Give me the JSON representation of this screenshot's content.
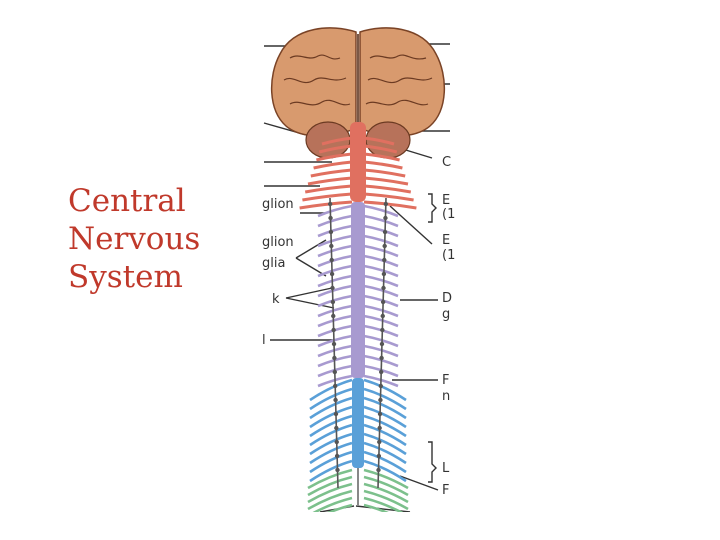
{
  "slide": {
    "title_lines": [
      "Central",
      "Nervous",
      "System"
    ],
    "title_color": "#c0392b"
  },
  "figure": {
    "left_labels": [
      "glion",
      "glion",
      "glia",
      "k",
      "l"
    ],
    "right_labels": [
      "C",
      "E",
      "(1",
      "E",
      "(1",
      "D",
      "g",
      "F",
      "n",
      "L",
      "F"
    ],
    "colors": {
      "brain": "#d89a6e",
      "brainstem": "#b7725a",
      "cervical_nerves": "#e07060",
      "thoracic_nerves": "#a89ad0",
      "lumbar_nerves": "#5aa0d8",
      "sacral_nerves": "#7cc08c",
      "sympathetic_chain": "#555555"
    }
  }
}
